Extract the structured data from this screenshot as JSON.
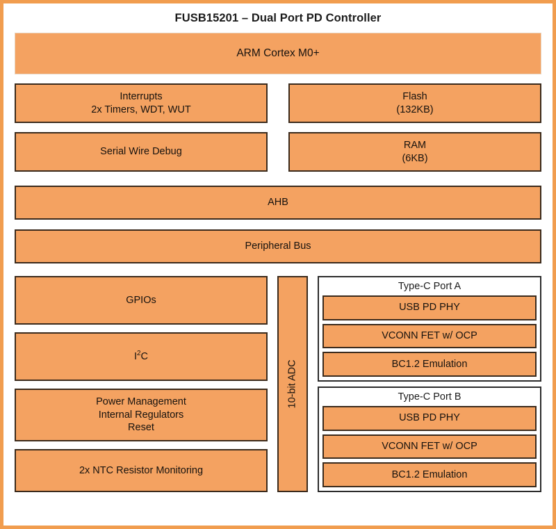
{
  "diagram": {
    "title": "FUSB15201 – Dual Port PD Controller",
    "colors": {
      "frame": "#f19d4f",
      "block_fill": "#f4a261",
      "block_border": "#3a2a1c",
      "group_border": "#2b2b2b",
      "text": "#16120e",
      "background": "#ffffff"
    },
    "core": {
      "label": "ARM Cortex M0+"
    },
    "row_interrupts_flash": [
      {
        "label_line1": "Interrupts",
        "label_line2": "2x Timers, WDT, WUT"
      },
      {
        "label_line1": "Flash",
        "label_line2": "(132KB)"
      }
    ],
    "row_swd_ram": [
      {
        "label_line1": "Serial Wire Debug",
        "label_line2": ""
      },
      {
        "label_line1": "RAM",
        "label_line2": "(6KB)"
      }
    ],
    "buses": [
      {
        "label": "AHB"
      },
      {
        "label": "Peripheral Bus"
      }
    ],
    "peripherals": [
      {
        "label_line1": "GPIOs",
        "label_line2": "",
        "label_line3": ""
      },
      {
        "label_line1": "I2C",
        "label_line2": "",
        "label_line3": "",
        "is_i2c": true
      },
      {
        "label_line1": "Power Management",
        "label_line2": "Internal Regulators",
        "label_line3": "Reset"
      },
      {
        "label_line1": "2x NTC Resistor Monitoring",
        "label_line2": "",
        "label_line3": ""
      }
    ],
    "adc": {
      "label": "10-bit ADC"
    },
    "ports": [
      {
        "title": "Type-C Port A",
        "items": [
          {
            "label": "USB PD PHY"
          },
          {
            "label": "VCONN FET w/ OCP"
          },
          {
            "label": "BC1.2 Emulation"
          }
        ]
      },
      {
        "title": "Type-C Port B",
        "items": [
          {
            "label": "USB PD PHY"
          },
          {
            "label": "VCONN FET w/ OCP"
          },
          {
            "label": "BC1.2 Emulation"
          }
        ]
      }
    ]
  }
}
